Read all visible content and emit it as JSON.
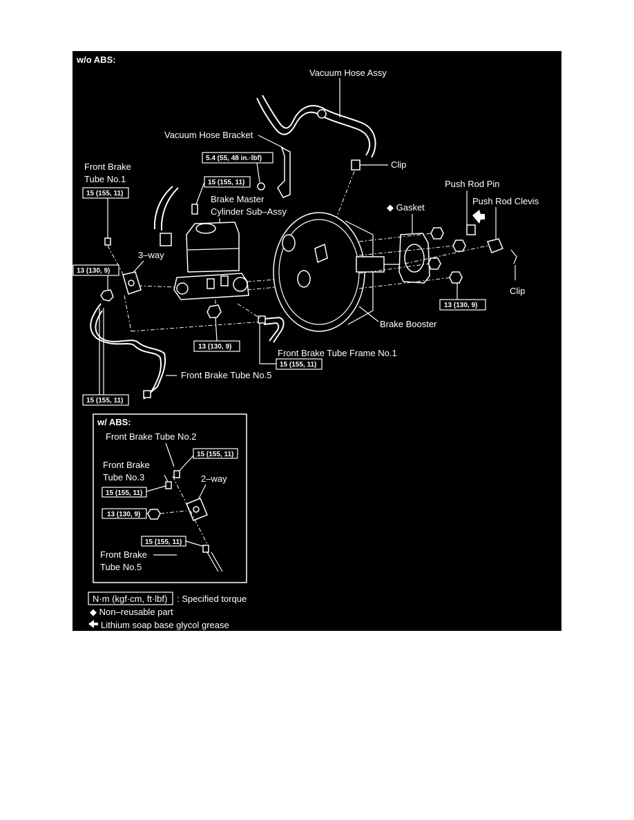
{
  "section_wo_abs": "w/o ABS:",
  "section_w_abs": "w/ ABS:",
  "labels": {
    "vacuum_hose_assy": "Vacuum Hose Assy",
    "vacuum_hose_bracket": "Vacuum Hose Bracket",
    "clip_top": "Clip",
    "front_brake_tube_no1_a": "Front Brake",
    "front_brake_tube_no1_b": "Tube No.1",
    "push_rod_pin": "Push Rod Pin",
    "push_rod_clevis": "Push Rod Clevis",
    "gasket": "◆ Gasket",
    "master_cyl_a": "Brake Master",
    "master_cyl_b": "Cylinder Sub–Assy",
    "three_way": "3–way",
    "clip_right": "Clip",
    "brake_booster": "Brake Booster",
    "front_brake_tube_frame": "Front Brake Tube  Frame No.1",
    "front_brake_tube_no5": "Front Brake Tube No.5",
    "front_brake_tube_no2": "Front Brake Tube No.2",
    "front_brake_tube_no3_a": "Front Brake",
    "front_brake_tube_no3_b": "Tube No.3",
    "two_way": "2–way",
    "front_brake_tube_no5b_a": "Front Brake",
    "front_brake_tube_no5b_b": "Tube No.5"
  },
  "torques": {
    "t_bracket": "5.4 (55, 48 in.·lbf)",
    "t_mc_top": "15 (155, 11)",
    "t_tube1": "15 (155, 11)",
    "t_3way": "13 (130, 9)",
    "t_booster_right": "13 (130, 9)",
    "t_mc_nut": "13 (130, 9)",
    "t_frame": "15 (155, 11)",
    "t_tube5": "15 (155, 11)",
    "t_abs_tube2": "15 (155, 11)",
    "t_abs_tube3": "15 (155, 11)",
    "t_abs_nut": "13 (130, 9)",
    "t_abs_tube5": "15 (155, 11)"
  },
  "legend": {
    "unit_box": "N·m (kgf·cm, ft·lbf)",
    "unit_desc": ": Specified torque",
    "nonreusable": "◆ Non–reusable part",
    "grease": "Lithium soap base glycol grease"
  }
}
